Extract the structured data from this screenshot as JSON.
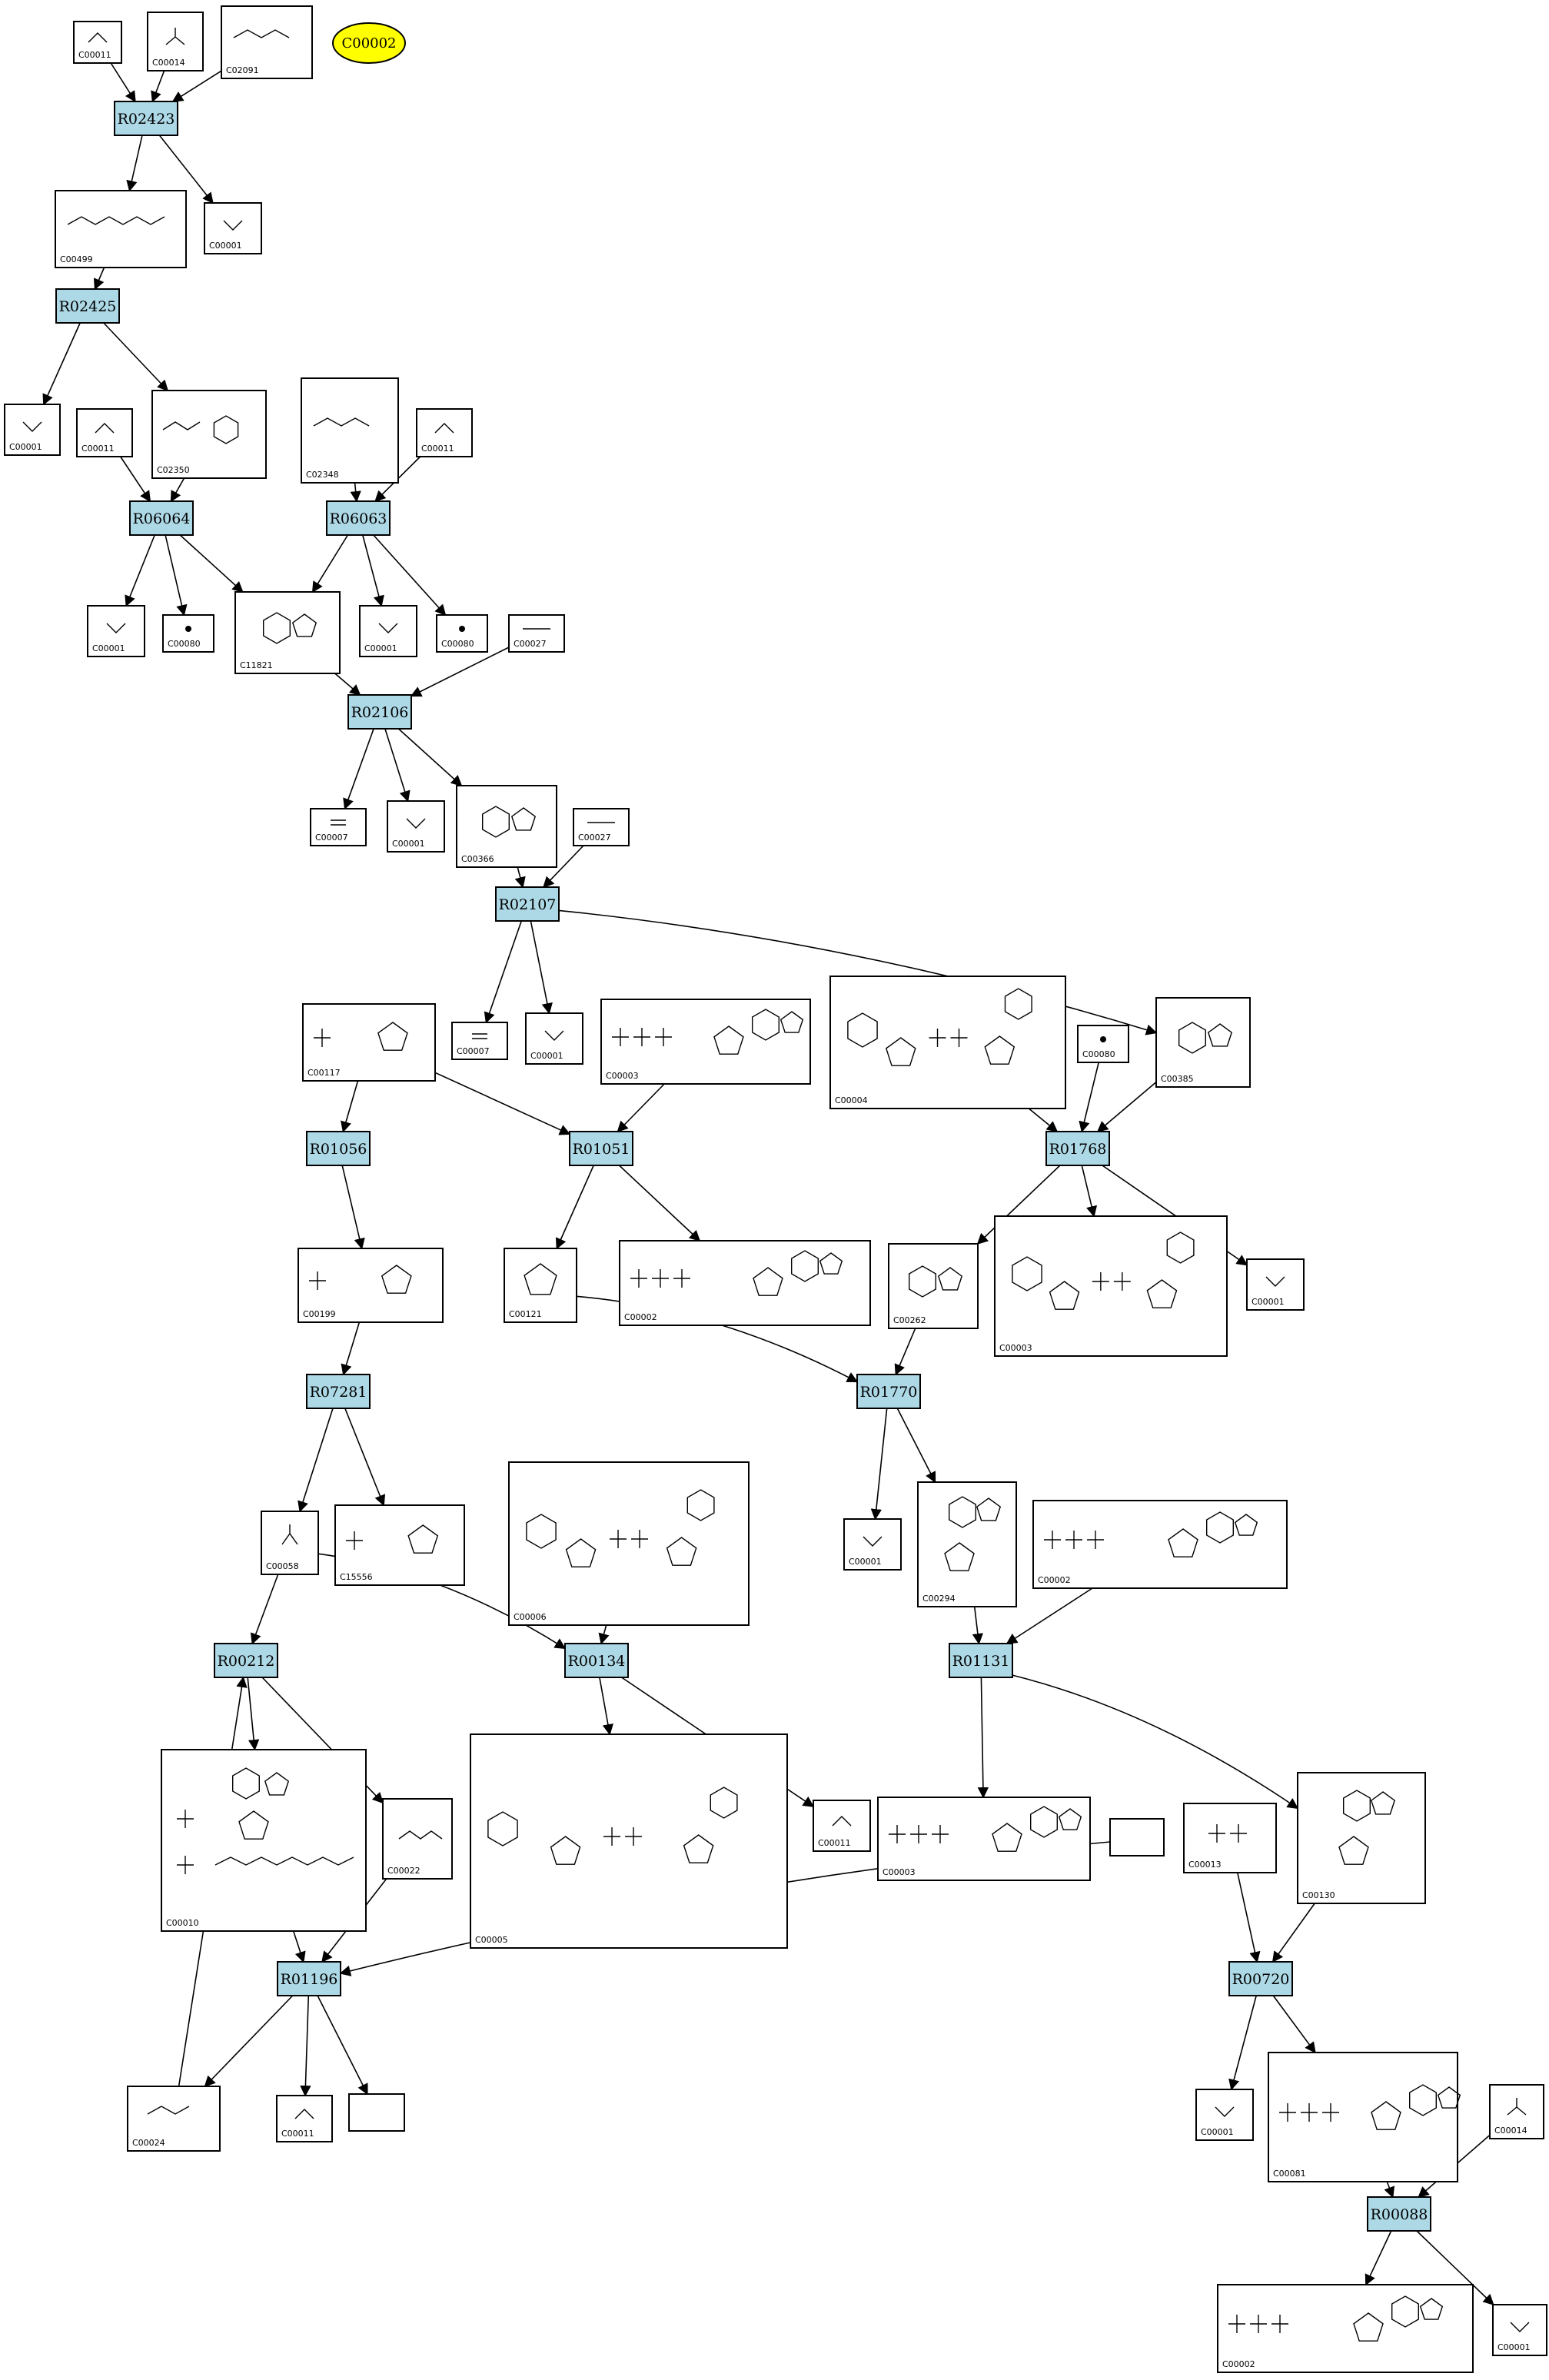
{
  "highlight": {
    "id": "C00002",
    "color": "#ffff00"
  },
  "colors": {
    "reaction_fill": "#add8e6",
    "compound_fill": "#ffffff",
    "stroke": "#000000"
  },
  "reactions": [
    {
      "id": "R02423"
    },
    {
      "id": "R02425"
    },
    {
      "id": "R06064"
    },
    {
      "id": "R06063"
    },
    {
      "id": "R02106"
    },
    {
      "id": "R02107"
    },
    {
      "id": "R01056"
    },
    {
      "id": "R01051"
    },
    {
      "id": "R01768"
    },
    {
      "id": "R07281"
    },
    {
      "id": "R01770"
    },
    {
      "id": "R00212"
    },
    {
      "id": "R00134"
    },
    {
      "id": "R01131"
    },
    {
      "id": "R01196"
    },
    {
      "id": "R00720"
    },
    {
      "id": "R00088"
    }
  ],
  "compounds": [
    {
      "id": "C00011",
      "formula": "O=C=O"
    },
    {
      "id": "C00014",
      "formula": "NH3"
    },
    {
      "id": "C02091",
      "formula": "Allantoate"
    },
    {
      "id": "C00001",
      "formula": "H2O"
    },
    {
      "id": "C00499",
      "formula": "Allantoate"
    },
    {
      "id": "C00001",
      "formula": "H2O"
    },
    {
      "id": "C00011",
      "formula": "O=C=O"
    },
    {
      "id": "C02350",
      "formula": "Allantoin"
    },
    {
      "id": "C02348",
      "formula": "Ureidoimidazoline"
    },
    {
      "id": "C00011",
      "formula": "O=C=O"
    },
    {
      "id": "C00001",
      "formula": "H2O"
    },
    {
      "id": "C00080",
      "formula": "H+"
    },
    {
      "id": "C11821",
      "formula": "Hydroxyisourate"
    },
    {
      "id": "C00001",
      "formula": "H2O"
    },
    {
      "id": "C00080",
      "formula": "H+"
    },
    {
      "id": "C00027",
      "formula": "HO-OH"
    },
    {
      "id": "C00007",
      "formula": "O=O"
    },
    {
      "id": "C00001",
      "formula": "H2O"
    },
    {
      "id": "C00366",
      "formula": "Urate"
    },
    {
      "id": "C00027",
      "formula": "HO-OH"
    },
    {
      "id": "C00007",
      "formula": "O=O"
    },
    {
      "id": "C00001",
      "formula": "H2O"
    },
    {
      "id": "C00117",
      "formula": "Ribose-5P"
    },
    {
      "id": "C00003",
      "formula": "NAD+"
    },
    {
      "id": "C00004",
      "formula": "NADH"
    },
    {
      "id": "C00080",
      "formula": "H+"
    },
    {
      "id": "C00385",
      "formula": "Xanthine"
    },
    {
      "id": "C00199",
      "formula": "Ribulose-5P"
    },
    {
      "id": "C00121",
      "formula": "Ribose"
    },
    {
      "id": "C00002",
      "formula": "ATP"
    },
    {
      "id": "C00262",
      "formula": "Hypoxanthine"
    },
    {
      "id": "C00003",
      "formula": "NAD+"
    },
    {
      "id": "C00001",
      "formula": "H2O"
    },
    {
      "id": "C00058",
      "formula": "Formate"
    },
    {
      "id": "C15556",
      "formula": "Deoxyxylulose-5P"
    },
    {
      "id": "C00006",
      "formula": "NADP+"
    },
    {
      "id": "C00001",
      "formula": "H2O"
    },
    {
      "id": "C00294",
      "formula": "Inosine"
    },
    {
      "id": "C00002",
      "formula": "ATP"
    },
    {
      "id": "C00010",
      "formula": "CoA"
    },
    {
      "id": "C00022",
      "formula": "Pyruvate"
    },
    {
      "id": "C00005",
      "formula": "NADPH"
    },
    {
      "id": "C00011",
      "formula": "O=C=O"
    },
    {
      "id": "C00003",
      "formula": "NAD+"
    },
    {
      "id": "",
      "formula": ""
    },
    {
      "id": "C00013",
      "formula": "PPi"
    },
    {
      "id": "C00130",
      "formula": "IMP"
    },
    {
      "id": "C00024",
      "formula": "Acetyl-CoA"
    },
    {
      "id": "C00011",
      "formula": "O=C=O"
    },
    {
      "id": "",
      "formula": ""
    },
    {
      "id": "C00001",
      "formula": "H2O"
    },
    {
      "id": "C00081",
      "formula": "ITP"
    },
    {
      "id": "C00014",
      "formula": "NH3"
    },
    {
      "id": "C00002",
      "formula": "ATP"
    },
    {
      "id": "C00001",
      "formula": "H2O"
    }
  ]
}
